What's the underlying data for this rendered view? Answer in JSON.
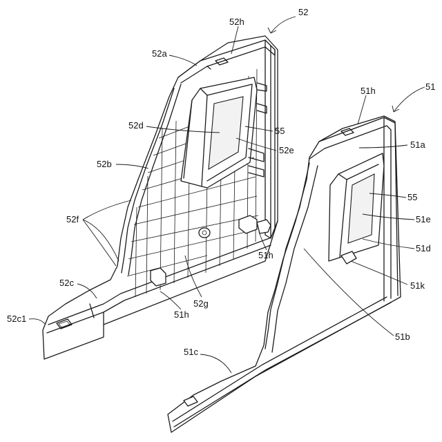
{
  "labels": {
    "l52": "52",
    "l52h": "52h",
    "l52a": "52a",
    "l52d": "52d",
    "l55a": "55",
    "l52e": "52e",
    "l52b": "52b",
    "l52f": "52f",
    "l52c": "52c",
    "l52c1": "52c1",
    "l51h_a": "51h",
    "l52g": "52g",
    "l51h_b": "51h",
    "l51": "51",
    "l51h_c": "51h",
    "l51a": "51a",
    "l55b": "55",
    "l51e": "51e",
    "l51d": "51d",
    "l51k": "51k",
    "l51b": "51b",
    "l51c": "51c"
  }
}
